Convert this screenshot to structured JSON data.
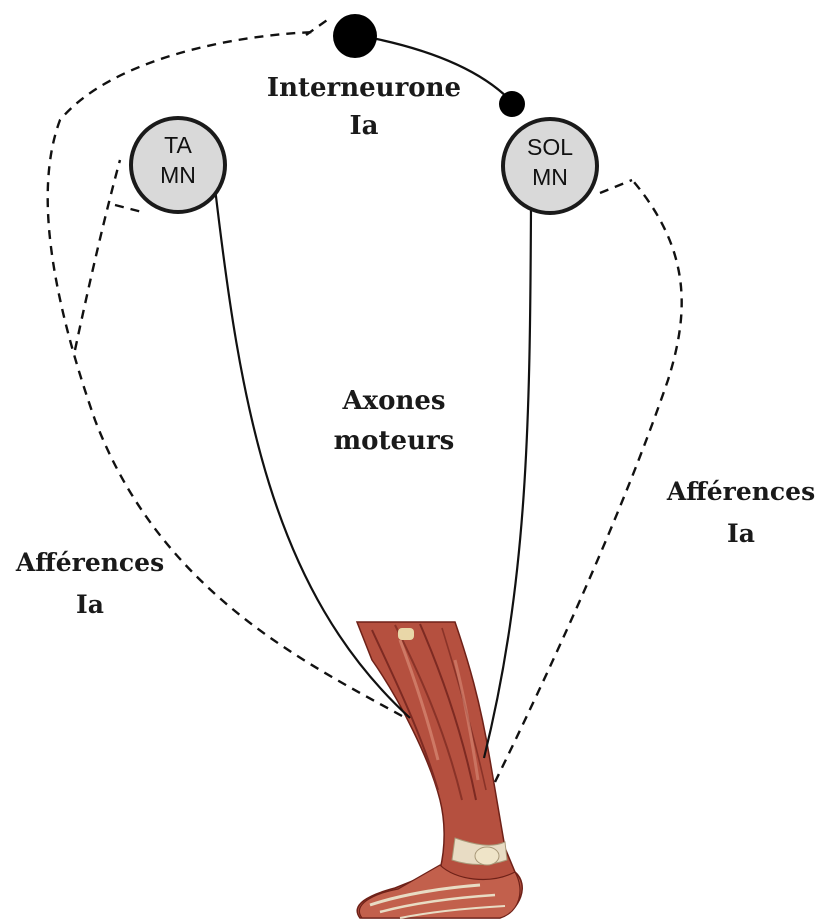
{
  "diagram": {
    "neurons": {
      "ta": {
        "line1": "TA",
        "line2": "MN",
        "fill": "#d9d9d9"
      },
      "sol": {
        "line1": "SOL",
        "line2": "MN",
        "fill": "#d9d9d9"
      }
    },
    "labels": {
      "interneurone_line1": "Interneurone",
      "interneurone_line2": "Ia",
      "axones_line1": "Axones",
      "axones_line2": "moteurs",
      "afferences_left_line1": "Afférences",
      "afferences_left_line2": "Ia",
      "afferences_right_line1": "Afférences",
      "afferences_right_line2": "Ia"
    },
    "colors": {
      "muscle": "#b04a3c",
      "muscle_dark": "#7d2a22",
      "tendon": "#e8dcc4",
      "line": "#111111"
    }
  }
}
